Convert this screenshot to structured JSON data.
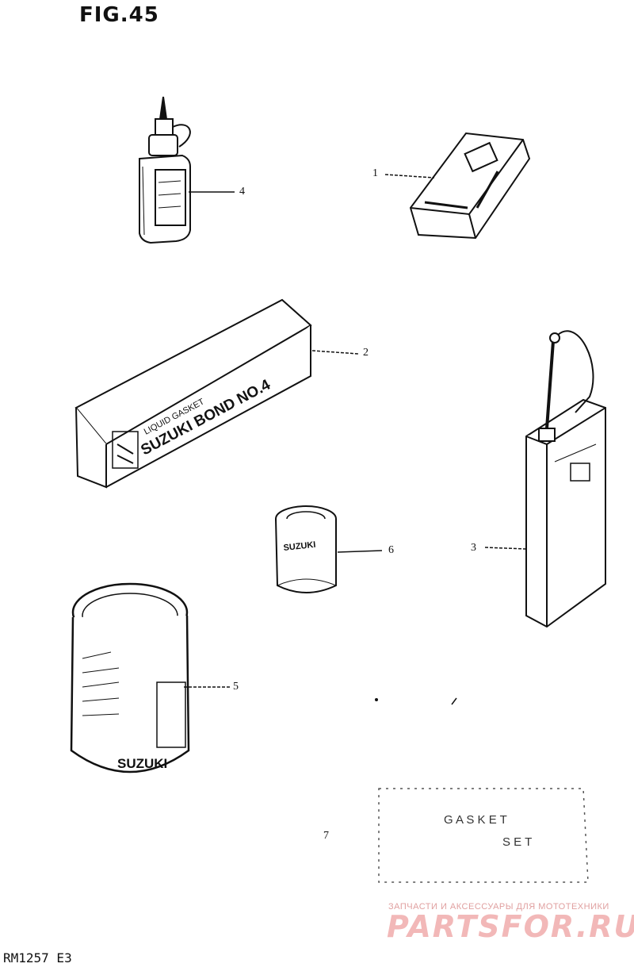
{
  "figure": {
    "title": "FIG.45"
  },
  "callouts": [
    {
      "id": "1",
      "label": "1"
    },
    {
      "id": "2",
      "label": "2"
    },
    {
      "id": "3",
      "label": "3"
    },
    {
      "id": "4",
      "label": "4"
    },
    {
      "id": "5",
      "label": "5"
    },
    {
      "id": "6",
      "label": "6"
    },
    {
      "id": "7",
      "label": "7"
    }
  ],
  "parts": {
    "box_label": {
      "line1": "LIQUID GASKET",
      "line2": "SUZUKI BOND NO.4"
    },
    "can_small_label": "SUZUKI",
    "gasket_set": {
      "line1": "G A S K E T",
      "line2": "S E T"
    },
    "can_large_label": "SUZUKI"
  },
  "footer": {
    "code": "RM1257 E3"
  },
  "watermark": {
    "tagline": "ЗАПЧАСТИ И АКСЕССУАРЫ ДЛЯ МОТОТЕХНИКИ",
    "logo": "PARTSFOR.RU"
  }
}
